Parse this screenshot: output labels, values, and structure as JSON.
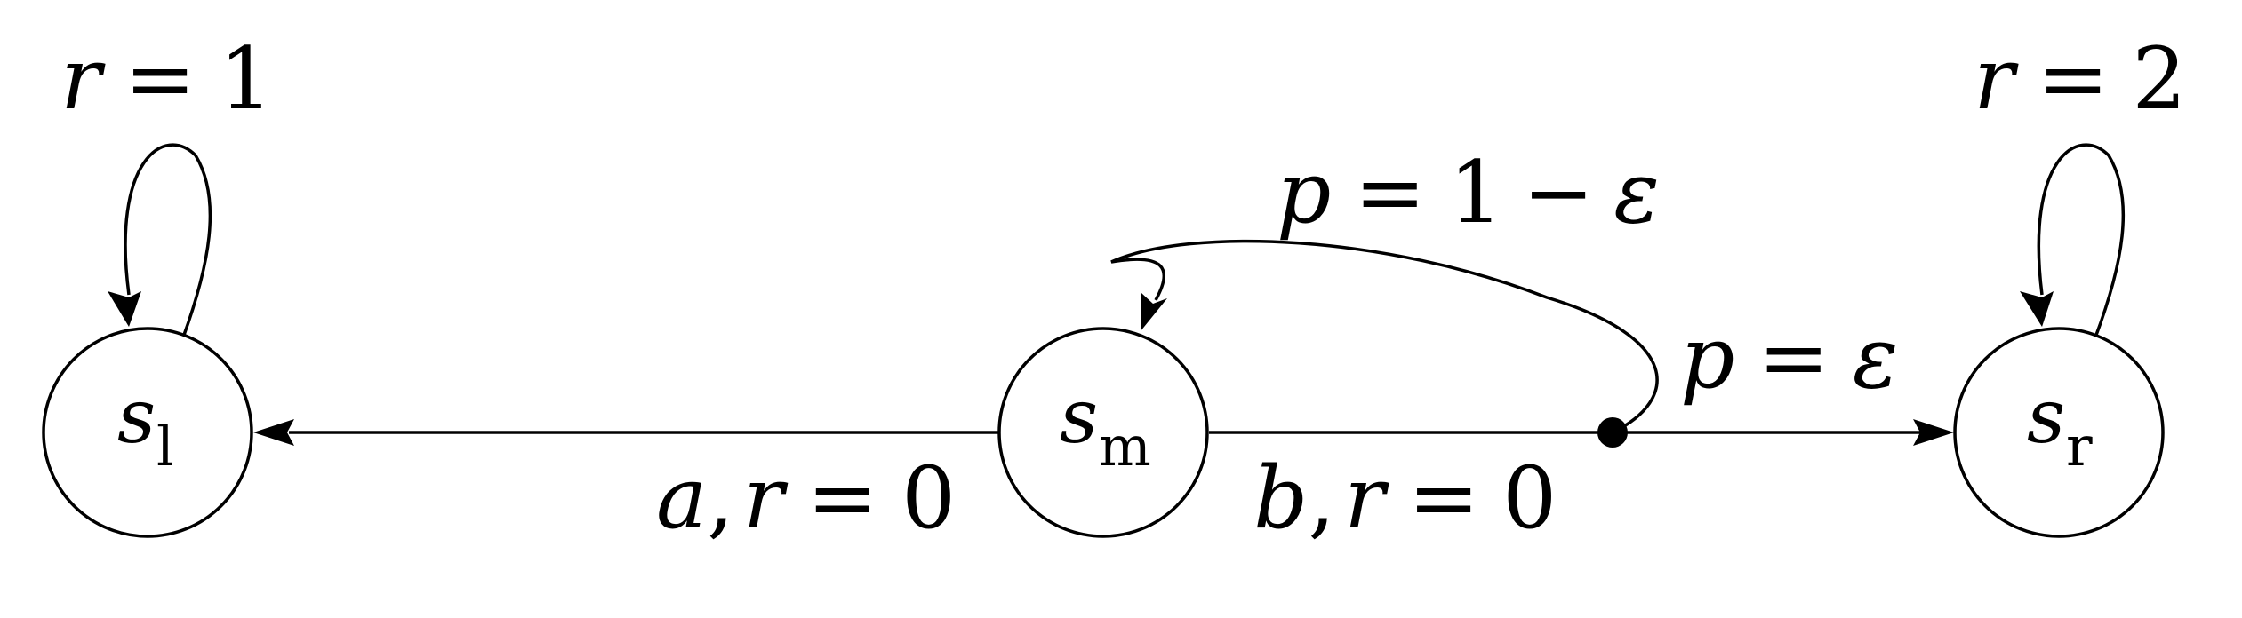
{
  "nodes": {
    "left": {
      "symbol": "s",
      "subscript": "l"
    },
    "middle": {
      "symbol": "s",
      "subscript": "m"
    },
    "right": {
      "symbol": "s",
      "subscript": "r"
    }
  },
  "edges": {
    "left_self_loop": {
      "var": "r",
      "op": "=",
      "value": "1"
    },
    "right_self_loop": {
      "var": "r",
      "op": "=",
      "value": "2"
    },
    "action_a": {
      "action": "a",
      "sep": ",",
      "var": "r",
      "op": "=",
      "value": "0"
    },
    "action_b": {
      "action": "b",
      "sep": ",",
      "var": "r",
      "op": "=",
      "value": "0"
    },
    "return_to_middle": {
      "var": "p",
      "op": "=",
      "value": "1",
      "minus": "−",
      "eps": "ε"
    },
    "to_right": {
      "var": "p",
      "op": "=",
      "eps": "ε"
    }
  }
}
